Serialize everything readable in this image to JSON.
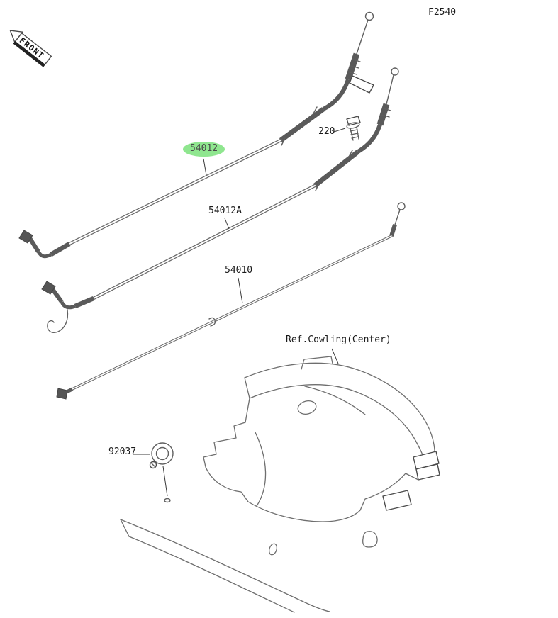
{
  "figure": {
    "code": "F2540",
    "front_label": "FRONT"
  },
  "labels": {
    "part_220": "220",
    "part_54012": "54012",
    "part_54012a": "54012A",
    "part_54010": "54010",
    "part_92037": "92037",
    "ref_cowling": "Ref.Cowling(Center)"
  },
  "highlight": {
    "part": "54012"
  },
  "colors": {
    "highlight": "#8fe68f",
    "line": "#5f5f5f",
    "text": "#1a1a1a"
  }
}
